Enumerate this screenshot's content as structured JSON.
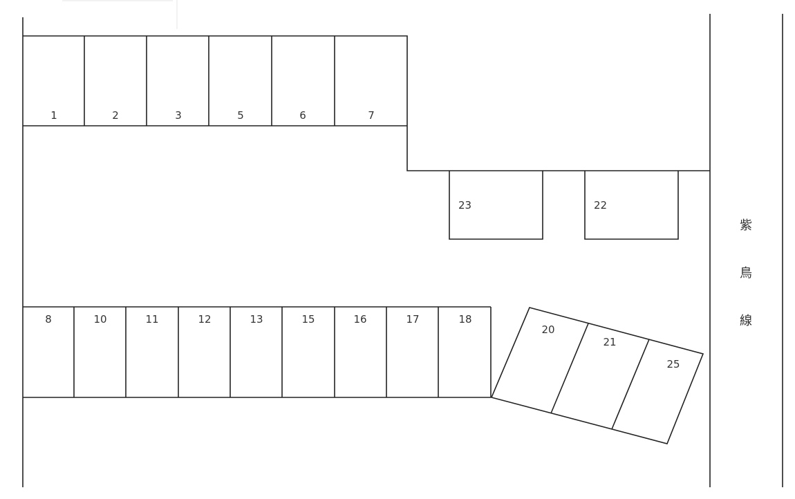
{
  "spaces": {
    "top_row": [
      "1",
      "2",
      "3",
      "5",
      "6",
      "7"
    ],
    "middle": [
      "23",
      "22"
    ],
    "bottom_row": [
      "8",
      "10",
      "11",
      "12",
      "13",
      "15",
      "16",
      "17",
      "18"
    ],
    "angled": [
      "20",
      "21",
      "25"
    ]
  },
  "road": {
    "chars": [
      "紫",
      "鳥",
      "線"
    ]
  },
  "colors": {
    "line": "#222222",
    "text": "#333333",
    "background": "#ffffff"
  }
}
